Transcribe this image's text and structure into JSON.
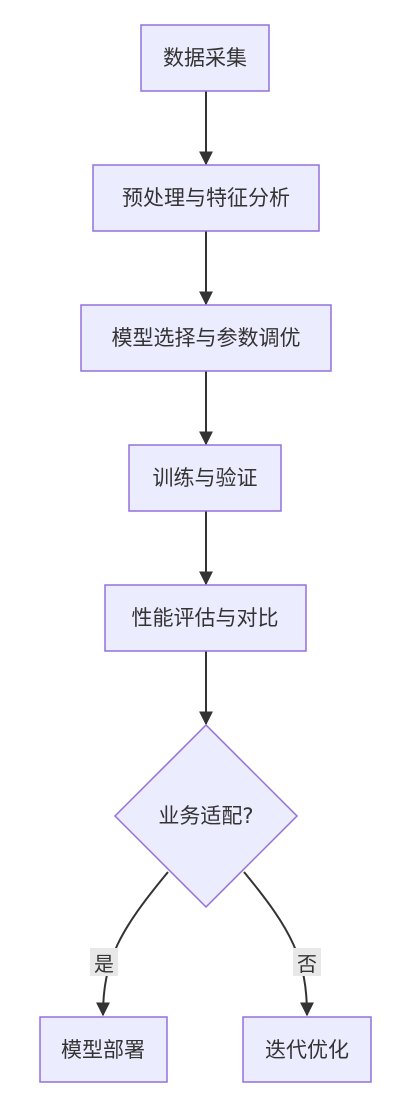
{
  "nodes": {
    "collect": "数据采集",
    "preprocess": "预处理与特征分析",
    "select": "模型选择与参数调优",
    "train": "训练与验证",
    "evaluate": "性能评估与对比",
    "decision": "业务适配?",
    "deploy": "模型部署",
    "iterate": "迭代优化"
  },
  "edges": {
    "yes": "是",
    "no": "否"
  },
  "colors": {
    "node_fill": "#ECECFF",
    "node_stroke": "#9370DB",
    "edge": "#333333",
    "text": "#333333",
    "label_bg": "#e8e8e8"
  }
}
